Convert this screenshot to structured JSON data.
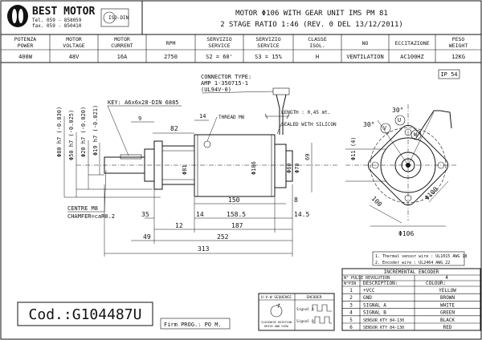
{
  "brand": {
    "name": "BEST MOTOR",
    "tel": "Tel. 059 - 858059",
    "fax": "fax. 059 - 850410",
    "cert": "ISO-DIN"
  },
  "title": {
    "line1": "MOTOR Φ106 WITH GEAR UNIT IMS PM 81",
    "line2": "2 STAGE RATIO 1:46 (REV. 0 DEL 13/12/2011)"
  },
  "spec_table": {
    "headers": [
      "POTENZA POWER",
      "MOTOR VOLTAGE",
      "MOTOR CURRENT",
      "RPM",
      "SERVIZIO SERVICE",
      "SERVIZIO SERVICE",
      "CLASSE ISOL.",
      "NO",
      "ECCITAZIONE",
      "PESO WEIGHT"
    ],
    "header_line1": [
      "POTENZA",
      "MOTOR",
      "MOTOR",
      "RPM",
      "SERVIZIO",
      "SERVIZIO",
      "CLASSE",
      "NO",
      "ECCITAZIONE",
      "PESO"
    ],
    "header_line2": [
      "POWER",
      "VOLTAGE",
      "CURRENT",
      "",
      "SERVICE",
      "SERVICE",
      "ISOL.",
      "",
      "",
      "WEIGHT"
    ],
    "values": [
      "400W",
      "48V",
      "16A",
      "2750",
      "S2 = 60'",
      "S3 = 15%",
      "H",
      "VENTILATION",
      "AC100HZ",
      "12KG"
    ]
  },
  "ip_rating": "IP 54",
  "connector": {
    "label1": "CONNECTOR TYPE:",
    "label2": "AMP 1-350715-1",
    "label3": "(UL94V-0)"
  },
  "annotations": {
    "key": "KEY: A6x6x28-DIN 6885",
    "thread": "THREAD M6",
    "length": "LENGTH : 0,45 mt.",
    "sealed": "SEALED WITH SILICON",
    "centre": "CENTRE M8",
    "chamfer": "CHAMFER=caR0.2"
  },
  "dimensions": {
    "d80": "Φ80 h7 (-0.030)",
    "d50": "Φ50 h7 (-0.025)",
    "d20": "Φ20 h7 (-0.020)",
    "d19": "Φ19 h7 (-0.021)",
    "d81": "Φ81",
    "d106": "Φ106",
    "d60": "Φ60",
    "d70": "Φ70",
    "d69": "69",
    "d9": "9",
    "d82": "82",
    "d14": "14",
    "d150": "150",
    "d8": "8",
    "d35": "35",
    "d1585": "158.5",
    "d145": "14.5",
    "d12": "12",
    "d187": "187",
    "d49": "49",
    "d252": "252",
    "d313": "313",
    "d11": "Φ11 (4)",
    "d100": "100",
    "d100b": "Φ100",
    "d106b": "Φ106",
    "d30a": "30°",
    "d30b": "30°"
  },
  "phase_labels": [
    "U",
    "V",
    "W"
  ],
  "cable_notes": [
    "1. Thermal sensor wire : UL1015 AWG 18",
    "2. Encoder wire : UL2464 AWG 22"
  ],
  "encoder": {
    "title": "INCREMENTAL ENCODER",
    "pulse_label": "N° PULSE REVOLUTION",
    "pulse_value": "4",
    "col_pin": "N°PIN",
    "col_desc": "DESCRIPTION:",
    "col_colour": "COLOUR:",
    "rows": [
      {
        "pin": "1",
        "desc": "+VCC",
        "colour": "YELLOW"
      },
      {
        "pin": "2",
        "desc": "GND",
        "colour": "BROWN"
      },
      {
        "pin": "3",
        "desc": "SIGNAL A",
        "colour": "WHITE"
      },
      {
        "pin": "4",
        "desc": "SIGNAL B",
        "colour": "GREEN"
      },
      {
        "pin": "5",
        "desc": "SENSOR KTY 84-130",
        "colour": "BLACK"
      },
      {
        "pin": "6",
        "desc": "SENSOR KTY 84-130",
        "colour": "RED"
      }
    ]
  },
  "sequence_box": {
    "title": "U-V-W SEQUENCE",
    "encoder_label": "ENCODER",
    "signal_a": "Signal A",
    "signal_b": "Signal B",
    "cw": "CLOCKWISE ROTATION",
    "cw2": "DRIVE AND VIEW"
  },
  "code": "Cod.:G104487U",
  "signature": "Firm PROG.: PO M."
}
